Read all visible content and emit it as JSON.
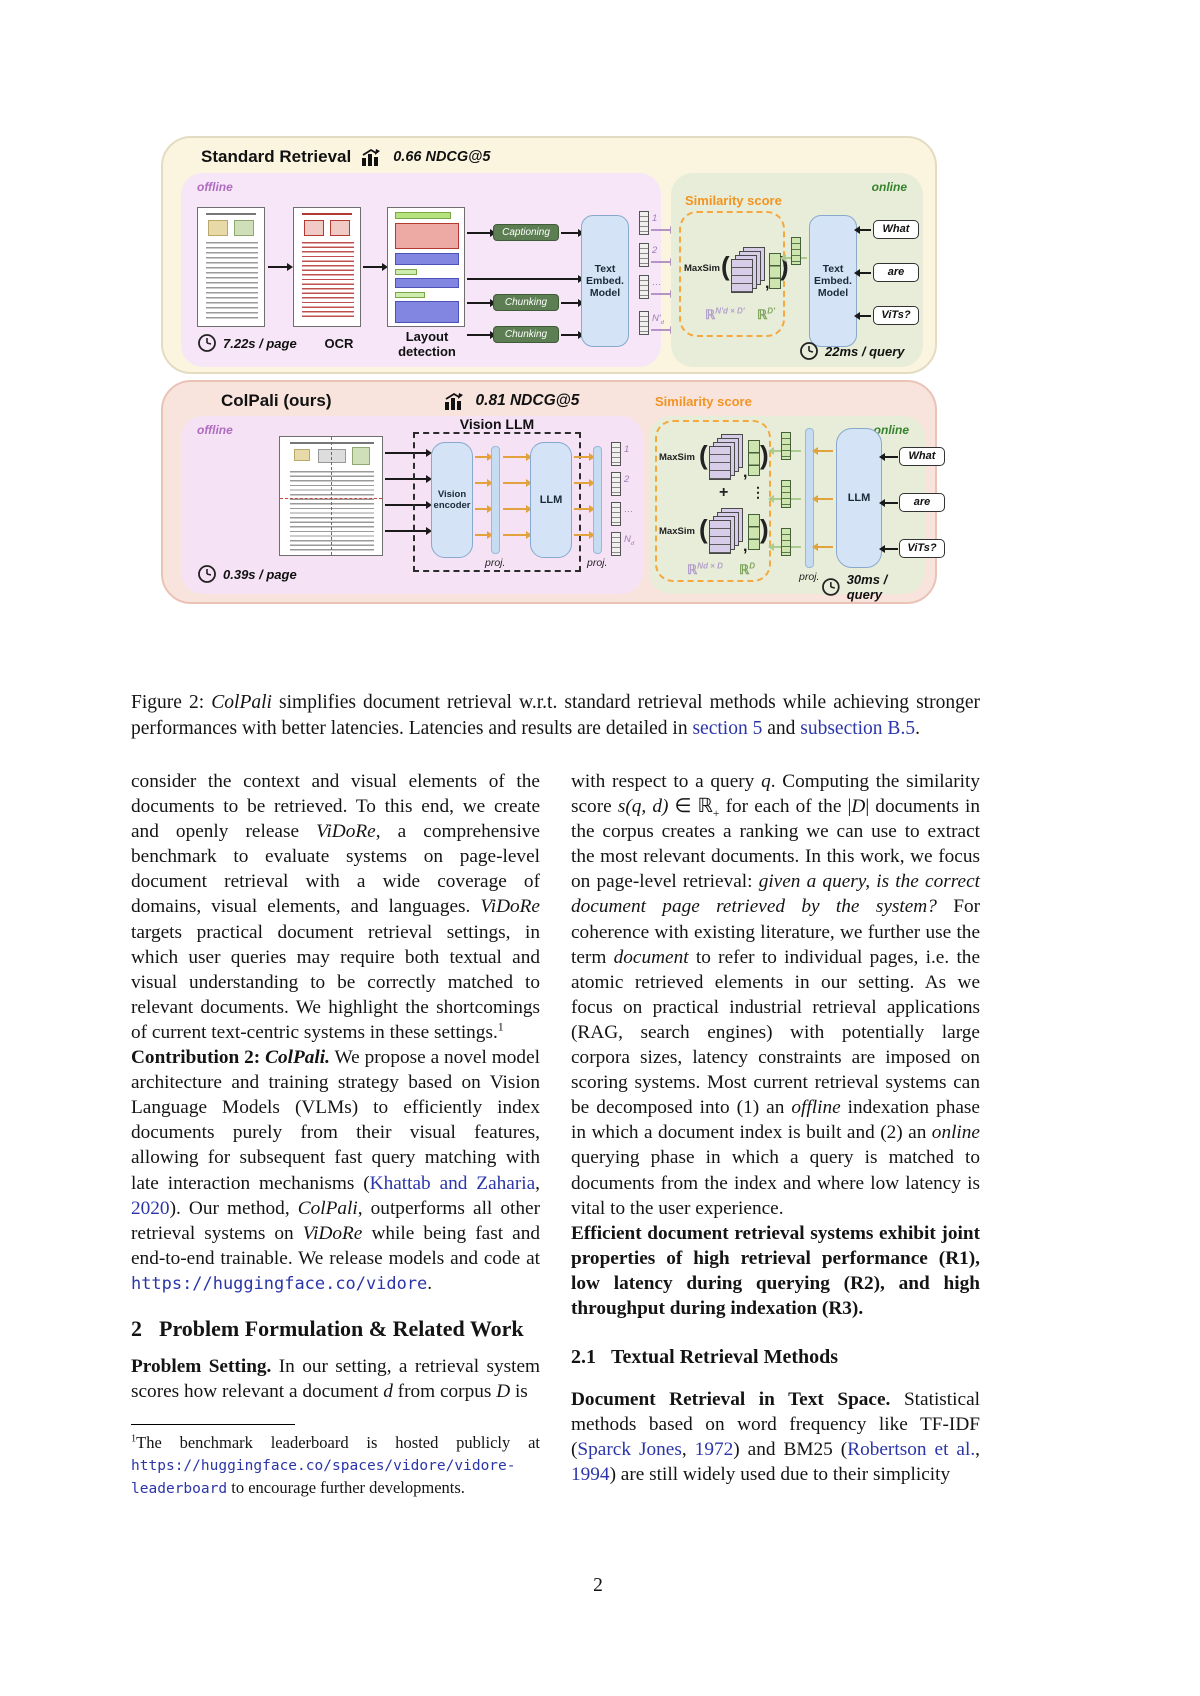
{
  "figure": {
    "standard": {
      "title": "Standard Retrieval",
      "ndcg": "0.66 NDCG@5",
      "offline": "offline",
      "online": "online",
      "ocr": "OCR",
      "layout": "Layout detection",
      "latency_page": "7.22s / page",
      "latency_query": "22ms / query",
      "captioning": "Captioning",
      "chunking1": "Chunking",
      "chunking2": "Chunking",
      "model": "Text Embed. Model",
      "model2": "Text Embed. Model",
      "similarity": "Similarity score",
      "maxsim": "MaxSim",
      "comma": ",",
      "paren_open": "(",
      "paren_close": ")",
      "queries": [
        "What",
        "are",
        "ViTs?"
      ],
      "stack_labels": [
        "1",
        "2",
        "…"
      ],
      "stack_label_last": [
        {
          "t": "N′"
        },
        {
          "t": "d",
          "s": "sub"
        }
      ],
      "r_doc": [
        {
          "t": "ℝ"
        },
        {
          "t": "N′d × D′",
          "s": "sup"
        }
      ],
      "r_query": [
        {
          "t": "ℝ"
        },
        {
          "t": "D′",
          "s": "sup"
        }
      ]
    },
    "colpali": {
      "title": "ColPali (ours)",
      "ndcg": "0.81 NDCG@5",
      "offline": "offline",
      "online": "online",
      "vision_llm": "Vision LLM",
      "encoder": "Vision encoder",
      "llm": "LLM",
      "llm2": "LLM",
      "proj": "proj.",
      "similarity": "Similarity score",
      "maxsim1": "MaxSim",
      "maxsim2": "MaxSim",
      "plus": "+",
      "dots": "⋮",
      "comma": ",",
      "paren_open": "(",
      "paren_close": ")",
      "latency_page": "0.39s / page",
      "latency_query": "30ms / query",
      "queries": [
        "What",
        "are",
        "ViTs?"
      ],
      "stack_labels": [
        "1",
        "2",
        "…"
      ],
      "stack_label_last": [
        {
          "t": "N"
        },
        {
          "t": "d",
          "s": "sub"
        }
      ],
      "r_doc": [
        {
          "t": "ℝ"
        },
        {
          "t": "Nd × D",
          "s": "sup"
        }
      ],
      "r_query": [
        {
          "t": "ℝ"
        },
        {
          "t": "D",
          "s": "sup"
        }
      ]
    }
  },
  "caption": [
    {
      "t": "Figure 2: "
    },
    {
      "t": "ColPali",
      "s": "i"
    },
    {
      "t": " simplifies document retrieval w.r.t. standard retrieval methods while achieving stronger performances with better latencies. Latencies and results are detailed in "
    },
    {
      "t": "section 5",
      "s": "link"
    },
    {
      "t": " and "
    },
    {
      "t": "subsection B.5",
      "s": "link"
    },
    {
      "t": "."
    }
  ],
  "left": {
    "p1": [
      {
        "t": "consider the context and visual elements of the documents to be retrieved. To this end, we create and openly release "
      },
      {
        "t": "ViDoRe",
        "s": "i"
      },
      {
        "t": ", a comprehensive benchmark to evaluate systems on page-level document retrieval with a wide coverage of domains, visual elements, and languages. "
      },
      {
        "t": "ViDoRe",
        "s": "i"
      },
      {
        "t": " targets practical document retrieval settings, in which user queries may require both textual and visual understanding to be correctly matched to relevant documents. We highlight the shortcomings of current text-centric systems in these settings."
      },
      {
        "t": "1",
        "s": "sup"
      }
    ],
    "p2": [
      {
        "t": "Contribution 2: ",
        "s": "b"
      },
      {
        "t": "ColPali.",
        "s": "bi"
      },
      {
        "t": " We propose a novel model architecture and training strategy based on Vision Language Models (VLMs) to efficiently index documents purely from their visual features, allowing for subsequent fast query matching with late interaction mechanisms ("
      },
      {
        "t": "Khattab and Zaharia",
        "s": "link"
      },
      {
        "t": ", "
      },
      {
        "t": "2020",
        "s": "link"
      },
      {
        "t": "). Our method, "
      },
      {
        "t": "ColPali",
        "s": "i"
      },
      {
        "t": ", outperforms all other retrieval systems on "
      },
      {
        "t": "ViDoRe",
        "s": "i"
      },
      {
        "t": " while being fast and end-to-end trainable. We release models and code at "
      },
      {
        "t": "https://huggingface.co/vidore",
        "s": "mono"
      },
      {
        "t": "."
      }
    ],
    "h2_num": "2",
    "h2_text": "Problem Formulation & Related Work",
    "p3": [
      {
        "t": "Problem Setting.",
        "s": "b"
      },
      {
        "t": " In our setting, a retrieval system scores how relevant a document "
      },
      {
        "t": "d",
        "s": "math"
      },
      {
        "t": " from corpus "
      },
      {
        "t": "D",
        "s": "math"
      },
      {
        "t": " is"
      }
    ]
  },
  "footnote": [
    {
      "t": "1",
      "s": "sup"
    },
    {
      "t": "The benchmark leaderboard is hosted publicly at "
    },
    {
      "t": "https://huggingface.co/spaces/vidore/vidore-leaderboard",
      "s": "mono"
    },
    {
      "t": " to encourage further developments."
    }
  ],
  "right": {
    "p1": [
      {
        "t": "with respect to a query "
      },
      {
        "t": "q",
        "s": "math"
      },
      {
        "t": ". Computing the similarity score "
      },
      {
        "t": "s(q, d)",
        "s": "math"
      },
      {
        "t": " ∈ ℝ"
      },
      {
        "t": "+",
        "s": "sub"
      },
      {
        "t": " for each of the |"
      },
      {
        "t": "D",
        "s": "math"
      },
      {
        "t": "| documents in the corpus creates a ranking we can use to extract the most relevant documents. In this work, we focus on page-level retrieval: "
      },
      {
        "t": "given a query, is the correct document page retrieved by the system?",
        "s": "i"
      },
      {
        "t": " For coherence with existing literature, we further use the term "
      },
      {
        "t": "document",
        "s": "i"
      },
      {
        "t": " to refer to individual pages, i.e. the atomic retrieved elements in our setting. As we focus on practical industrial retrieval applications (RAG, search engines) with potentially large corpora sizes, latency constraints are imposed on scoring systems. Most current retrieval systems can be decomposed into (1) an "
      },
      {
        "t": "offline",
        "s": "i"
      },
      {
        "t": " indexation phase in which a document index is built and (2) an "
      },
      {
        "t": "online",
        "s": "i"
      },
      {
        "t": " querying phase in which a query is matched to documents from the index and where low latency is vital to the user experience."
      }
    ],
    "p2": [
      {
        "t": "Efficient document retrieval systems exhibit joint properties of high retrieval performance (R1), low latency during querying (R2), and high throughput during indexation (R3).",
        "s": "b"
      }
    ],
    "h3_num": "2.1",
    "h3_text": "Textual Retrieval Methods",
    "p3": [
      {
        "t": "Document Retrieval in Text Space.",
        "s": "b"
      },
      {
        "t": " Statistical methods based on word frequency like TF-IDF ("
      },
      {
        "t": "Sparck Jones",
        "s": "link"
      },
      {
        "t": ", "
      },
      {
        "t": "1972",
        "s": "link"
      },
      {
        "t": ") and BM25 ("
      },
      {
        "t": "Robertson et al.",
        "s": "link"
      },
      {
        "t": ", "
      },
      {
        "t": "1994",
        "s": "link"
      },
      {
        "t": ") are still widely used due to their simplicity"
      }
    ]
  },
  "page_number": "2"
}
